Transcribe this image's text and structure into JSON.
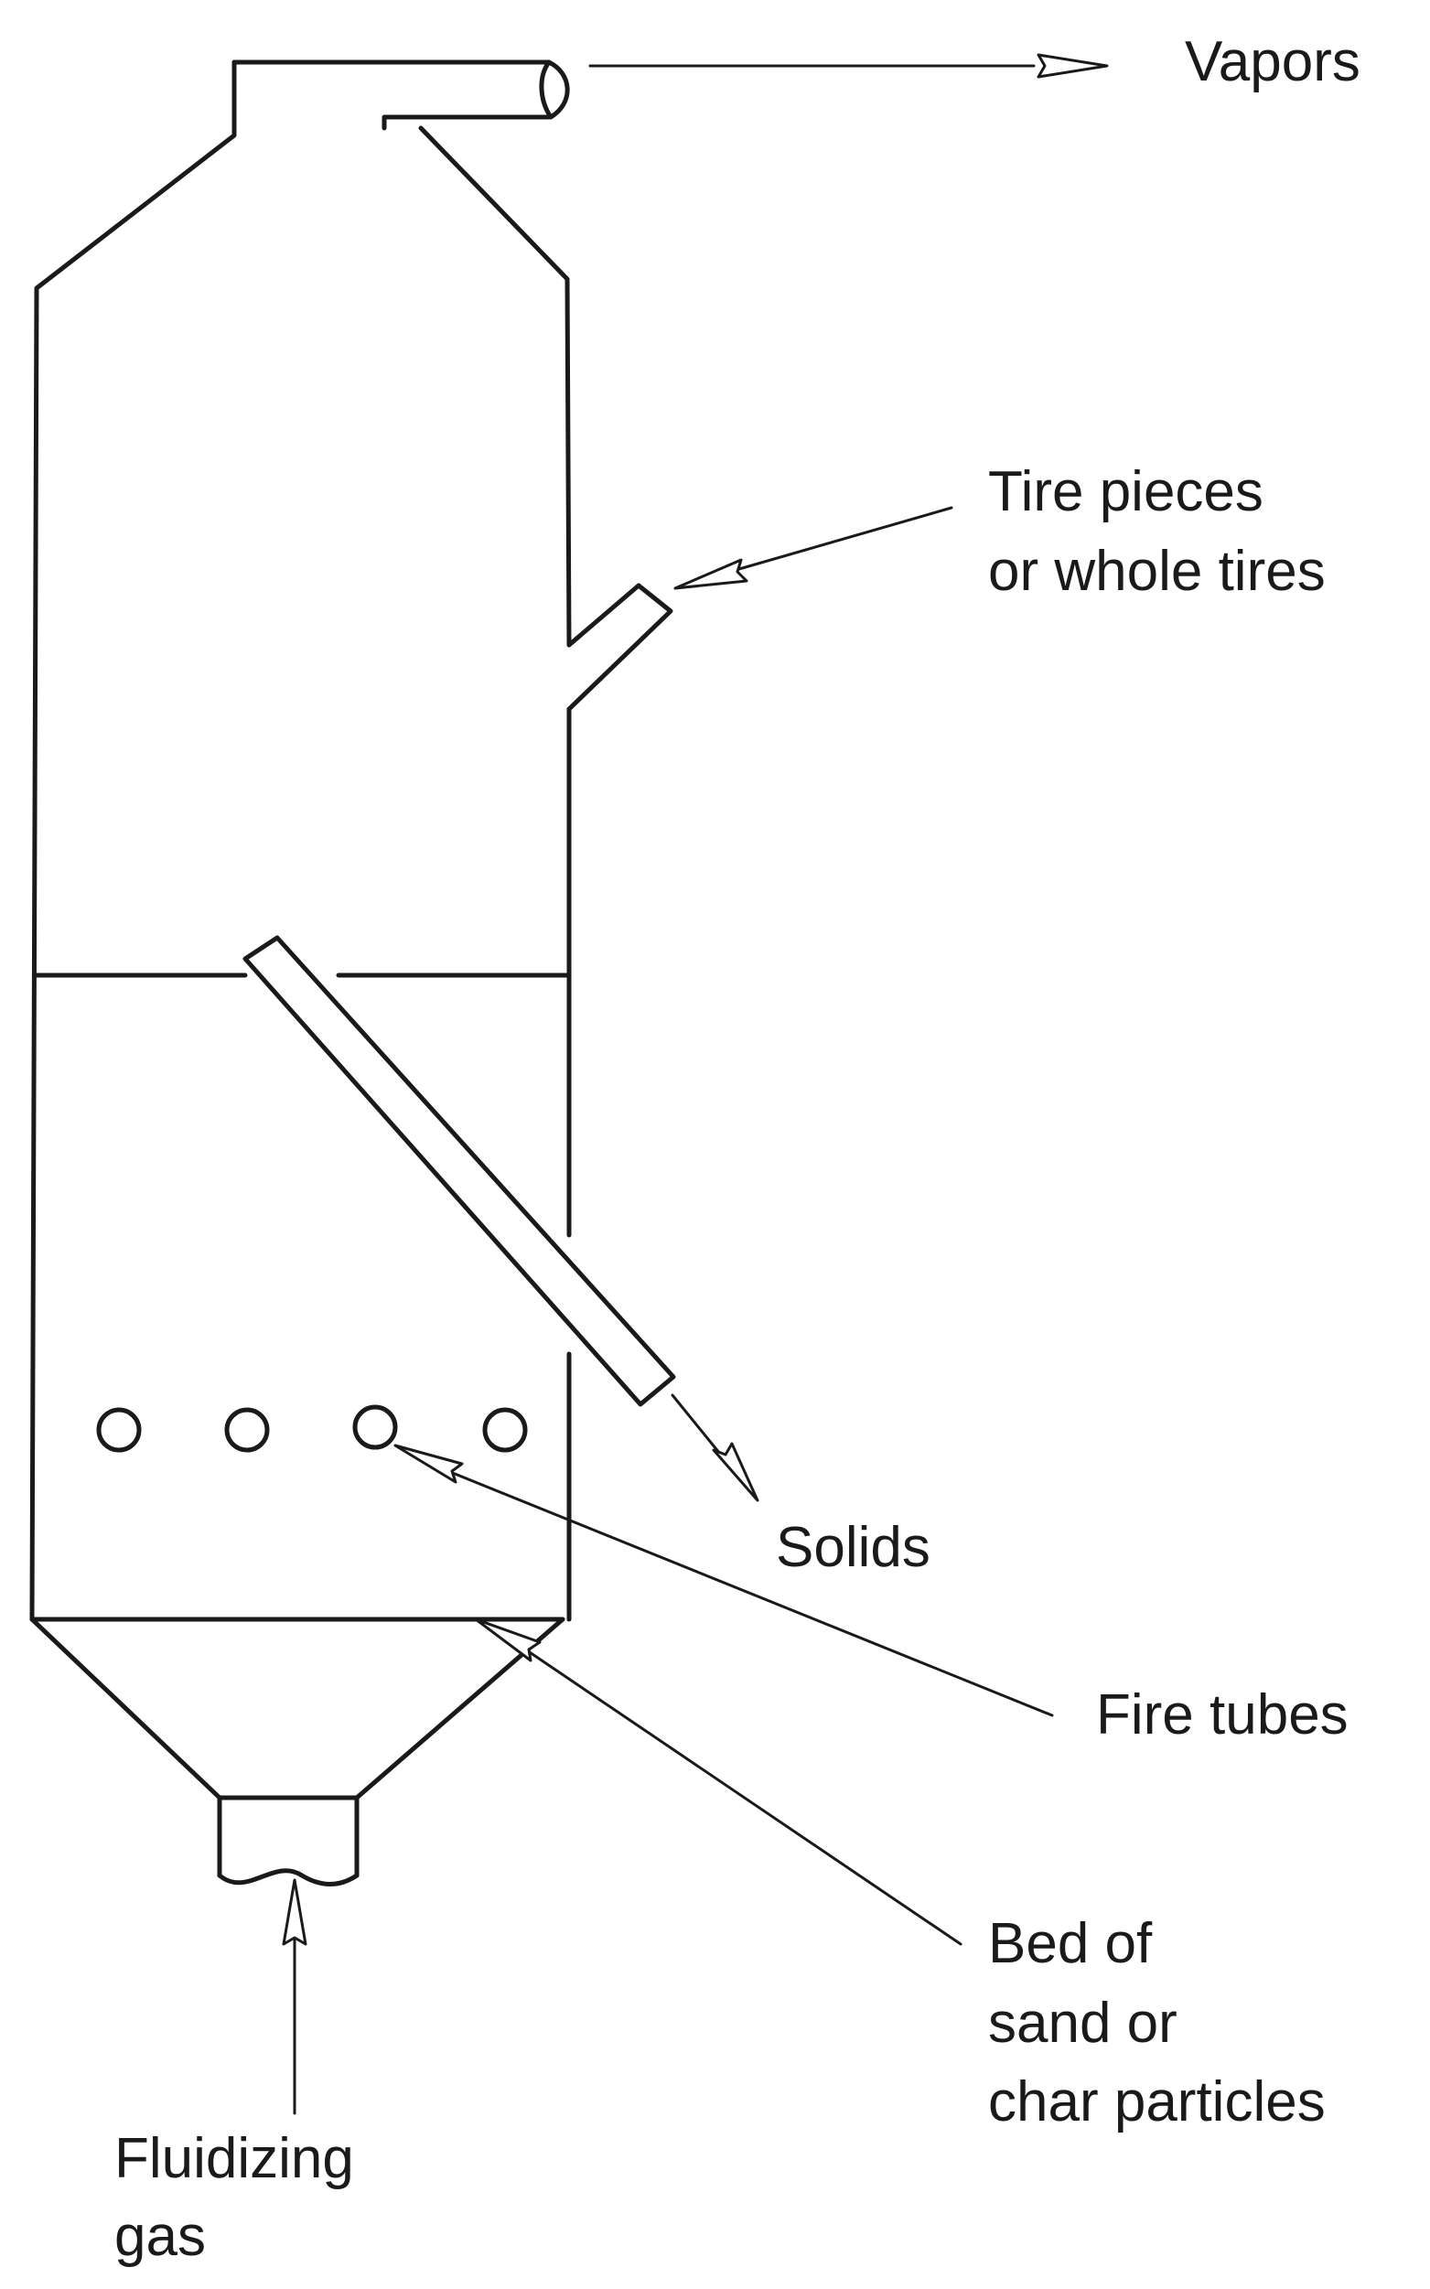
{
  "labels": {
    "vapors": "Vapors",
    "tire_line1": "Tire pieces",
    "tire_line2": "or whole tires",
    "solids": "Solids",
    "fire_tubes": "Fire tubes",
    "bed_line1": "Bed of",
    "bed_line2": "sand or",
    "bed_line3": "char particles",
    "gas_line1": "Fluidizing",
    "gas_line2": "gas"
  },
  "colors": {
    "line": "#1a1a1a",
    "background": "#ffffff"
  }
}
